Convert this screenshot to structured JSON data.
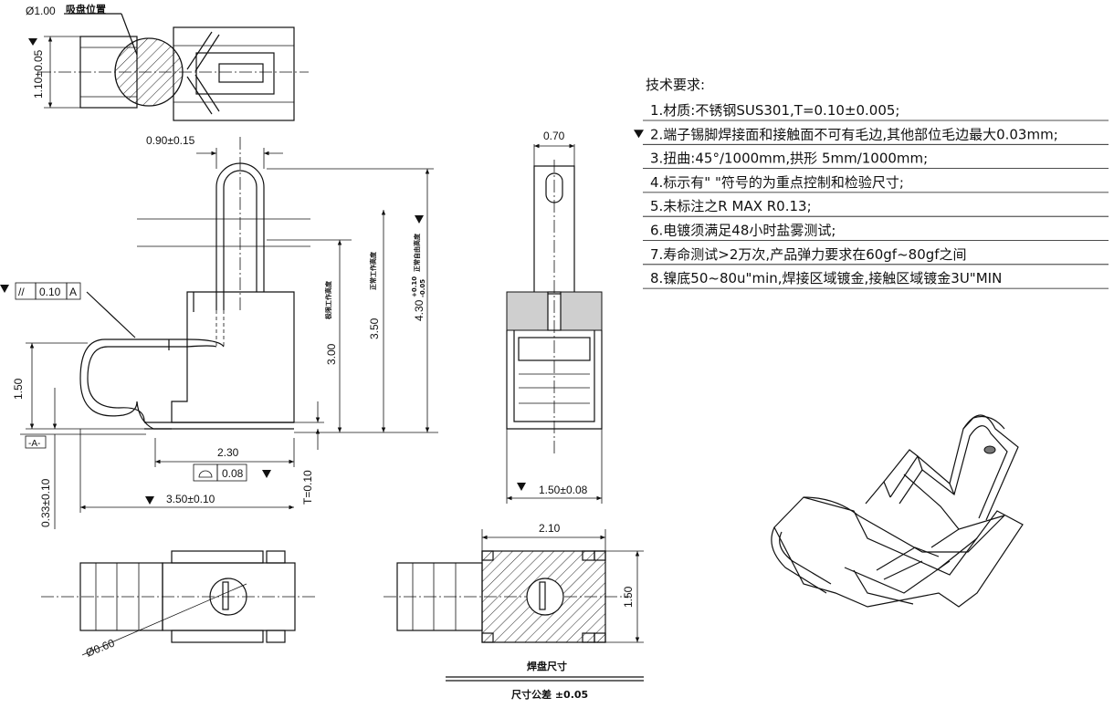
{
  "top_view": {
    "hole_dia": "Ø1.00",
    "suction_pos": "吸盘位置",
    "height_dim": "1.10±0.05"
  },
  "side_view": {
    "width_top": "0.90±0.15",
    "flatness_sym": "//",
    "flatness_val": "0.10",
    "datum_ref": "A",
    "dim_150": "1.50",
    "datum_a": "-A-",
    "dim_230": "2.30",
    "profile_val": "0.08",
    "dim_350_len": "3.50±0.10",
    "dim_033": "0.33±0.10",
    "dim_t": "T=0.10",
    "dim_300": "3.00",
    "dim_350_h": "3.50",
    "dim_430": "4.30",
    "dim_430_tol_up": "+0.10",
    "dim_430_tol_dn": "-0.05",
    "label_limit": "极限工作高度",
    "label_normal": "正常工作高度",
    "label_free": "正常自由高度"
  },
  "front_view": {
    "dim_070": "0.70",
    "dim_150": "1.50±0.08"
  },
  "bottom_view": {
    "dim_060": "Ø0.60"
  },
  "pad_view": {
    "dim_210": "2.10",
    "dim_150": "1.50",
    "caption": "焊盘尺寸",
    "tolerance": "尺寸公差 ±0.05"
  },
  "requirements": {
    "title": "技术要求:",
    "items": [
      "1.材质:不锈钢SUS301,T=0.10±0.005;",
      "2.端子锡脚焊接面和接触面不可有毛边,其他部位毛边最大0.03mm;",
      "3.扭曲:45°/1000mm,拱形 5mm/1000mm;",
      "4.标示有\" \"符号的为重点控制和检验尺寸;",
      "5.未标注之R MAX R0.13;",
      "6.电镀须满足48小时盐雾测试;",
      "7.寿命测试>2万次,产品弹力要求在60gf~80gf之间",
      "8.镍底50~80u\"min,焊接区域镀金,接触区域镀金3U\"MIN"
    ],
    "marked_items": [
      1
    ]
  }
}
